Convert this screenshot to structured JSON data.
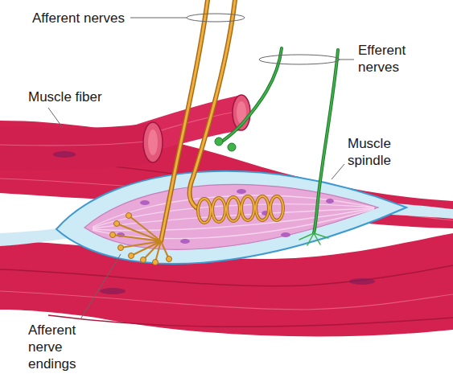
{
  "diagram": {
    "labels": [
      "Afferent nerves",
      "Efferent nerves",
      "Muscle fiber",
      "Muscle spindle",
      "Afferent nerve endings"
    ]
  }
}
